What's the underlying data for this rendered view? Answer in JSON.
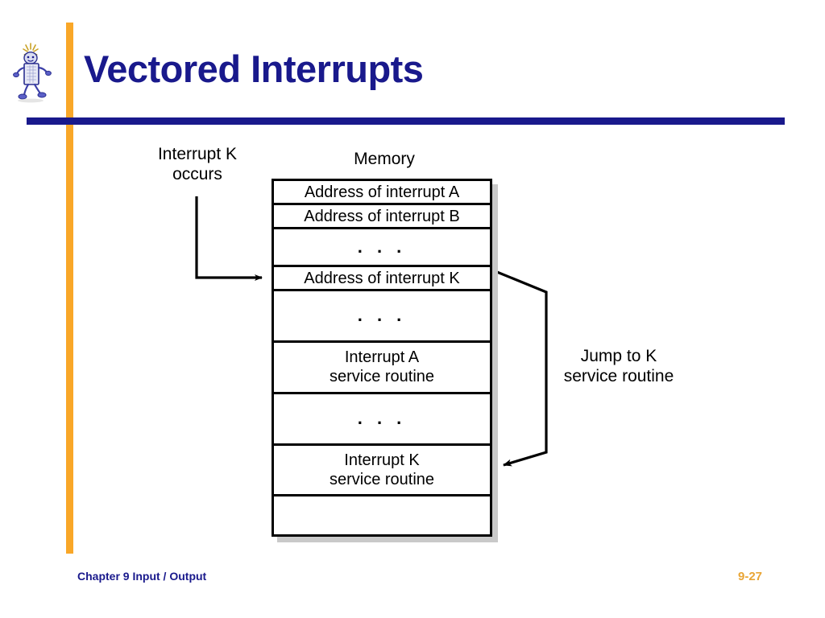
{
  "slide": {
    "title": "Vectored Interrupts",
    "accent_color_orange": "#F9A728",
    "accent_color_navy": "#19198C",
    "page_number_color": "#E9A535"
  },
  "footer": {
    "chapter": "Chapter 9 Input / Output",
    "page_number": "9-27"
  },
  "figure": {
    "labels": {
      "interrupt_occurs": "Interrupt K\noccurs",
      "memory": "Memory",
      "jump": "Jump to K\nservice routine"
    },
    "memory_rows": [
      {
        "text": "Address of interrupt A",
        "kind": "entry"
      },
      {
        "text": "Address of interrupt B",
        "kind": "entry"
      },
      {
        "text": ". . .",
        "kind": "dots"
      },
      {
        "text": "Address of interrupt K",
        "kind": "entry"
      },
      {
        "text": ". . .",
        "kind": "dots"
      },
      {
        "text": "Interrupt A\nservice routine",
        "kind": "routine"
      },
      {
        "text": ". . .",
        "kind": "dots"
      },
      {
        "text": "Interrupt K\nservice routine",
        "kind": "routine"
      },
      {
        "text": "",
        "kind": "empty"
      }
    ]
  }
}
